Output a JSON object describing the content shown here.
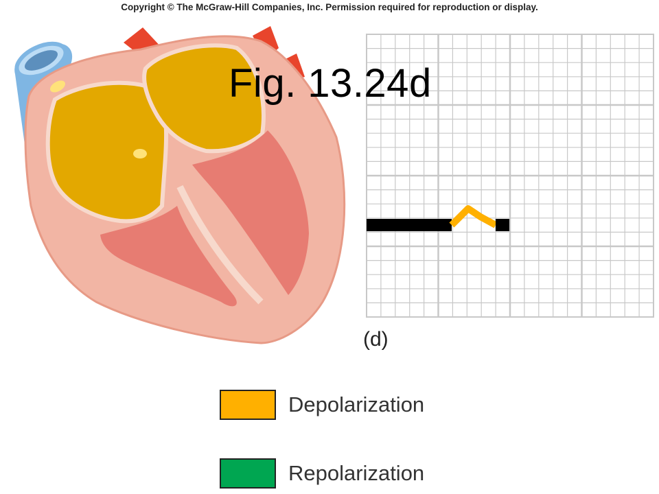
{
  "header": {
    "copyright": "Copyright © The McGraw-Hill Companies, Inc. Permission required for reproduction or display."
  },
  "figure": {
    "title": "Fig. 13.24d",
    "panel_label": "(d)"
  },
  "legend": [
    {
      "label": "Depolarization",
      "color": "#ffb000"
    },
    {
      "label": "Repolarization",
      "color": "#00a651"
    }
  ],
  "colors": {
    "atria_depolarized": "#e3a800",
    "heart_wall": "#f2b5a4",
    "ventricle_cavity": "#e77c72",
    "artery": "#e8452c",
    "vein": "#7fb6e3",
    "ecg_trace": "#000000",
    "p_wave": "#ffb000",
    "grid": "#c8c8c8"
  }
}
